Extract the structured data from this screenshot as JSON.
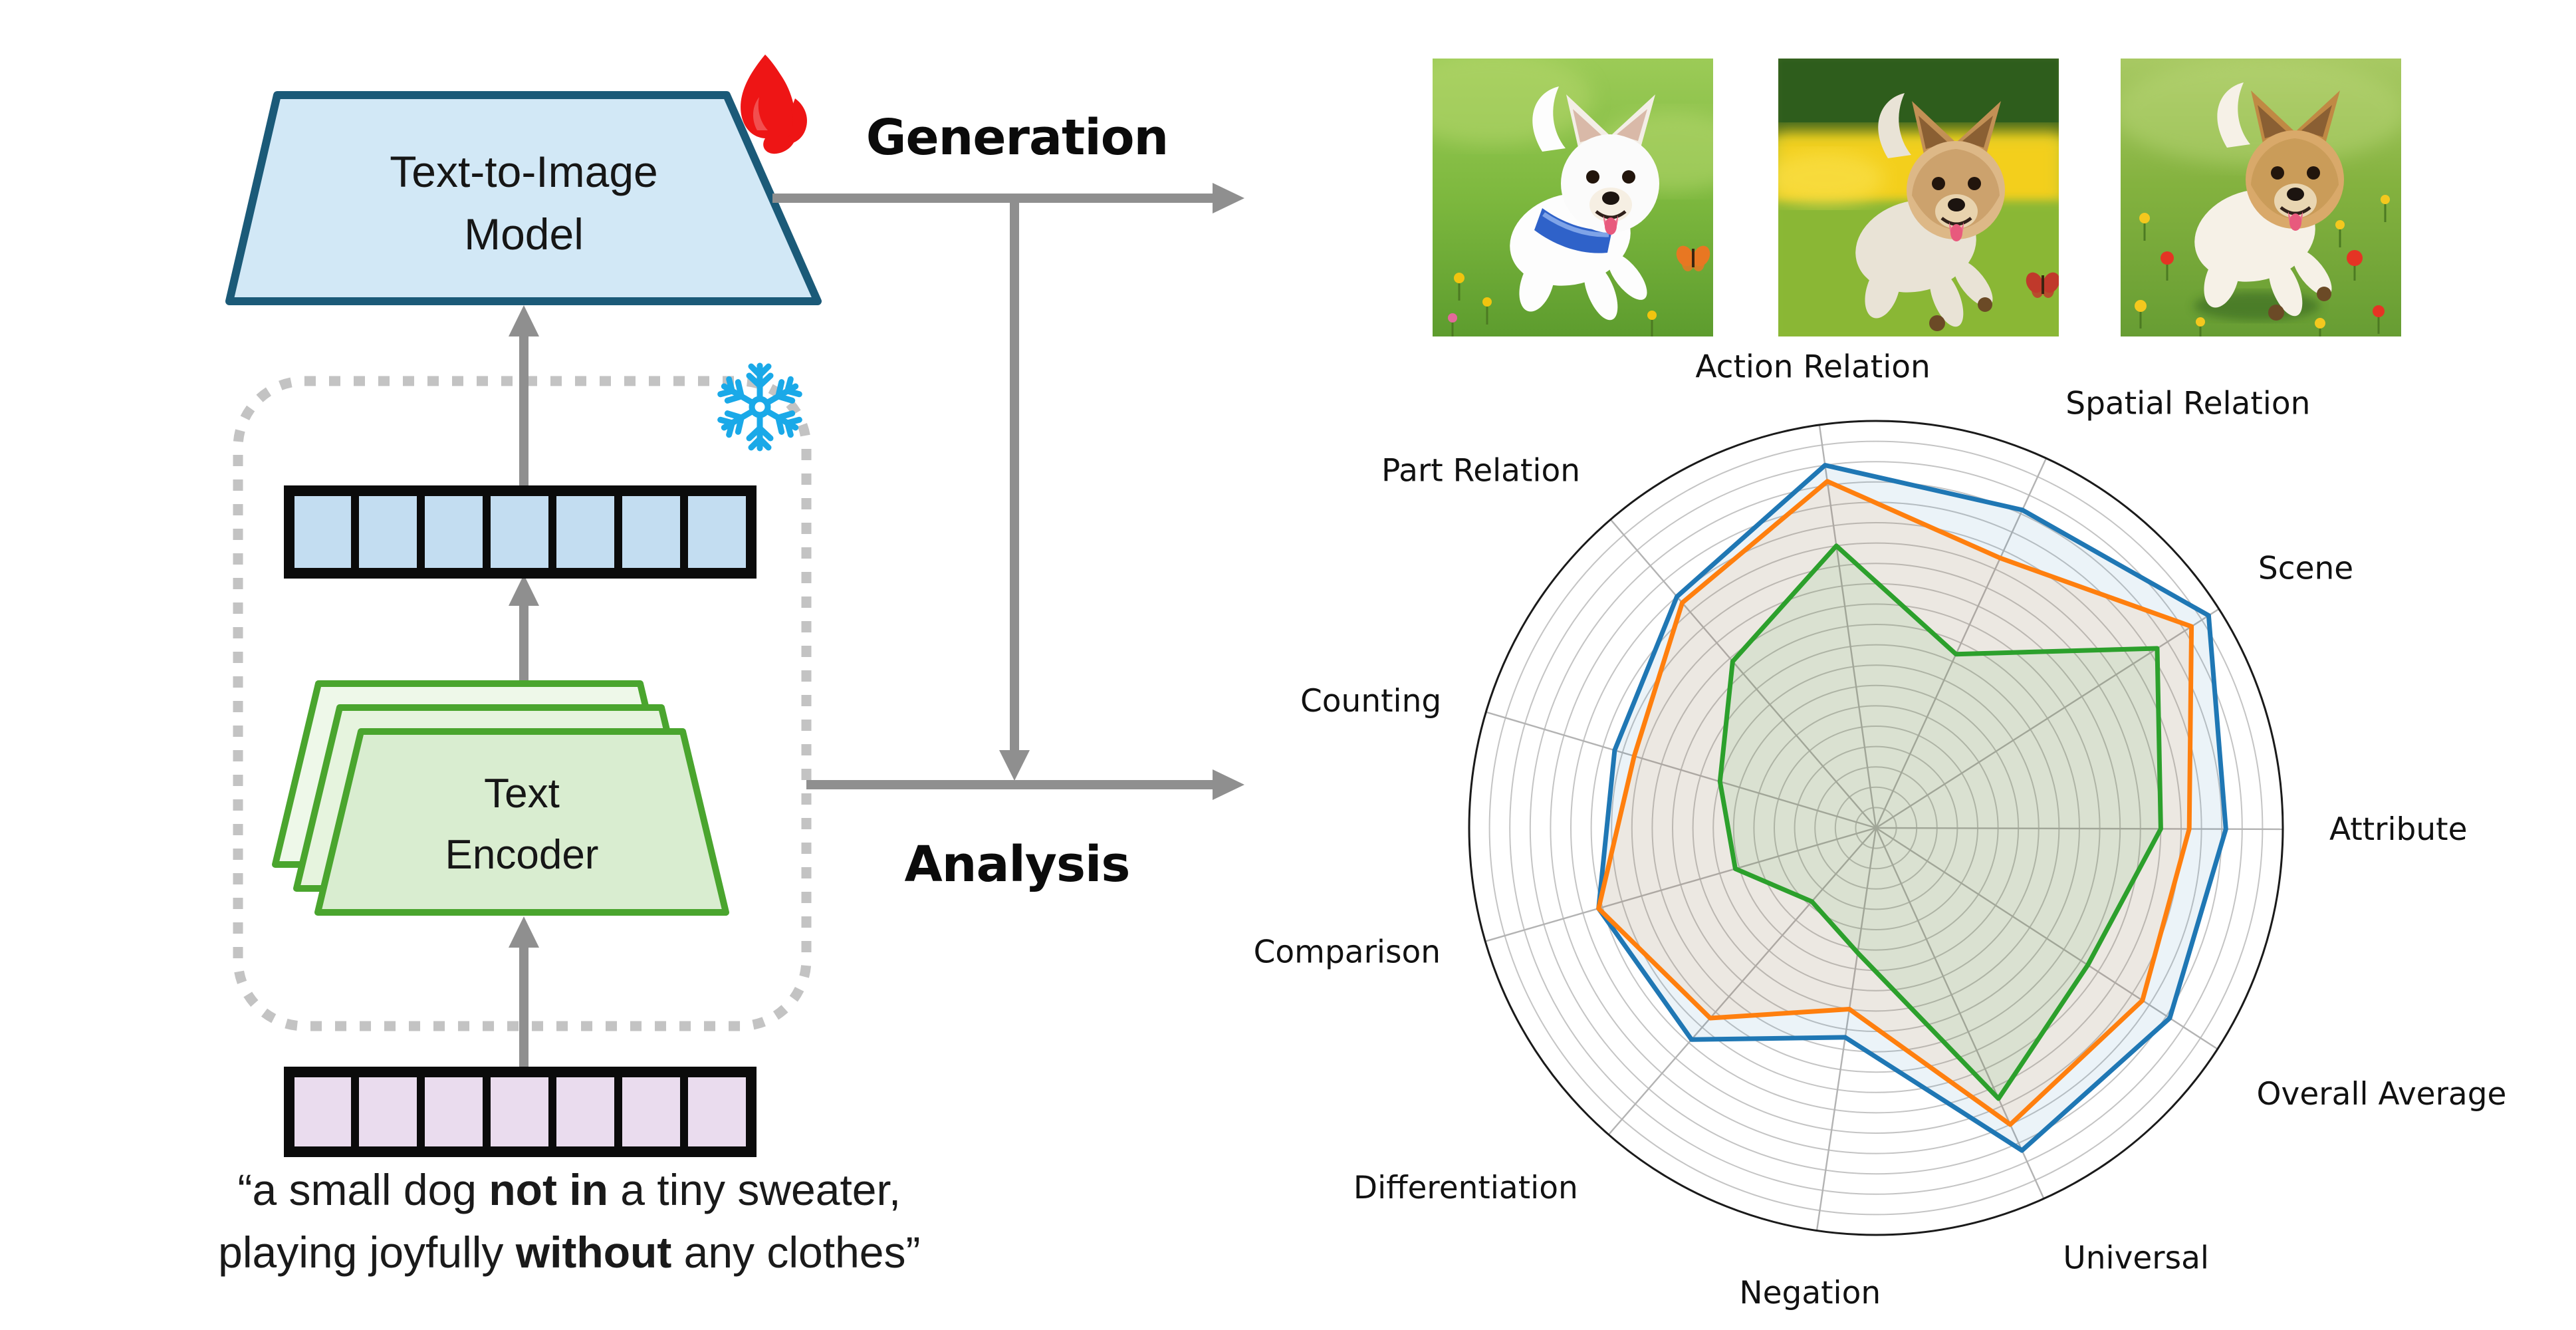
{
  "figure": {
    "pipeline": {
      "model_label_line1": "Text-to-Image",
      "model_label_line2": "Model",
      "encoder_label_line1": "Text",
      "encoder_label_line2": "Encoder",
      "generation_label": "Generation",
      "analysis_label": "Analysis",
      "prompt": {
        "line1_pre": "“a small dog ",
        "line1_bold": "not in",
        "line1_post": " a tiny sweater,",
        "line2_pre": "playing joyfully ",
        "line2_bold": "without",
        "line2_post": " any clothes”"
      },
      "embedding_tokens_count": 7,
      "prompt_tokens_count": 7,
      "icons": {
        "fire": "🔥",
        "snowflake": "❄"
      }
    },
    "images": [
      {
        "alt": "white fluffy dog with blue harness running on green grass, orange butterfly"
      },
      {
        "alt": "yorkshire terrier running in a meadow with yellow flower field and trees, red butterfly"
      },
      {
        "alt": "white and tan terrier leaping through a meadow with red and yellow flowers"
      }
    ]
  },
  "chart_data": {
    "type": "radar",
    "categories": [
      "Action Relation",
      "Spatial Relation",
      "Scene",
      "Attribute",
      "Overall Average",
      "Universal",
      "Negation",
      "Differentiation",
      "Comparison",
      "Counting",
      "Part Relation"
    ],
    "series": [
      {
        "name": "blue",
        "color": "#1f77b4",
        "values": [
          0.9,
          0.86,
          0.97,
          0.86,
          0.86,
          0.87,
          0.52,
          0.69,
          0.71,
          0.67,
          0.75
        ]
      },
      {
        "name": "orange",
        "color": "#ff7f0e",
        "values": [
          0.86,
          0.73,
          0.92,
          0.77,
          0.78,
          0.8,
          0.45,
          0.62,
          0.71,
          0.62,
          0.73
        ]
      },
      {
        "name": "green",
        "color": "#2ca02c",
        "values": [
          0.7,
          0.47,
          0.82,
          0.7,
          0.62,
          0.73,
          0.31,
          0.24,
          0.36,
          0.4,
          0.54
        ]
      }
    ],
    "title": "",
    "rlim": [
      0,
      1.0
    ],
    "grid": true,
    "gridline_interval": 0.05,
    "axes_direction": "clockwise",
    "rotation_deg": -8,
    "legend_position": "none"
  },
  "colors": {
    "model_fill": "#d2e8f6",
    "model_border": "#1b5a78",
    "encoder_fill": "#d9edd0",
    "encoder_fill_back1": "#e6f4de",
    "encoder_fill_back2": "#eef8e9",
    "encoder_border": "#4aa52e",
    "embedding_cell": "#c3ddf1",
    "prompt_cell": "#eadcee",
    "token_border": "#0b0b0b",
    "arrow_gray": "#8f8f8f",
    "dashed_box": "#c3c3c3",
    "fire_red": "#ee1515",
    "snowflake_blue": "#1aa9e8",
    "radar_ring": "#c4c4c4",
    "radar_spoke": "#b3b3b3",
    "radar_frame": "#1a1a1a"
  }
}
